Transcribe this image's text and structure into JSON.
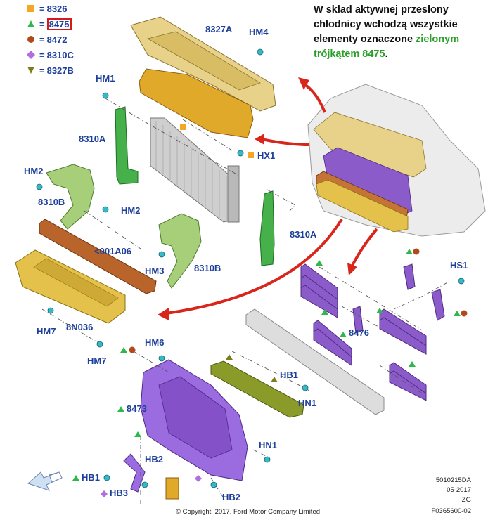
{
  "legend": [
    {
      "symbol": "square",
      "color": "#f5a623",
      "code": "8326",
      "highlighted": false
    },
    {
      "symbol": "triangle",
      "color": "#2db84a",
      "code": "8475",
      "highlighted": true
    },
    {
      "symbol": "circle",
      "color": "#b04a1a",
      "code": "8472",
      "highlighted": false
    },
    {
      "symbol": "diamond",
      "color": "#b06ee0",
      "code": "8310C",
      "highlighted": false
    },
    {
      "symbol": "triangle-down",
      "color": "#7d7d1a",
      "code": "8327B",
      "highlighted": false
    }
  ],
  "legend_separator": "=",
  "note": {
    "part1": "W skład aktywnej przesłony chłodnicy wchodzą wszystkie elementy oznaczone ",
    "highlight": "zielonym trójkątem 8475",
    "part2": "."
  },
  "labels": {
    "l8327A": "8327A",
    "lHM4": "HM4",
    "lHM1": "HM1",
    "l8310A_left": "8310A",
    "lHX1": "HX1",
    "lHM2_top": "HM2",
    "l8310B_left": "8310B",
    "lHM2_mid": "HM2",
    "l001A06": "<001A06",
    "lHM3": "HM3",
    "l8310B_right": "8310B",
    "l8310A_right": "8310A",
    "lHM7_a": "HM7",
    "l8N036": "8N036",
    "lHS1": "HS1",
    "l8476": "8476",
    "lHM7_b": "HM7",
    "lHM6": "HM6",
    "lHB1_mid": "HB1",
    "lHN1_mid": "HN1",
    "l8473": "8473",
    "lHN1_low": "HN1",
    "lHB2_top": "HB2",
    "lHB1_low": "HB1",
    "lHB3": "HB3",
    "lHB2_low": "HB2"
  },
  "footer": {
    "copyright": "© Copyright, 2017, Ford Motor Company Limited",
    "doc_id": "5010215DA",
    "date": "05-2017",
    "initials": "ZG",
    "ref": "F0365600-02"
  },
  "colors": {
    "label_blue": "#1d3f9a",
    "tan": "#e8d188",
    "orange_part": "#e0a92a",
    "green_part": "#46b04a",
    "light_green": "#a7cf7a",
    "purple": "#8b5cc9",
    "rust": "#b8642a",
    "grey": "#c8c8c8",
    "arrow_red": "#d9261c"
  }
}
